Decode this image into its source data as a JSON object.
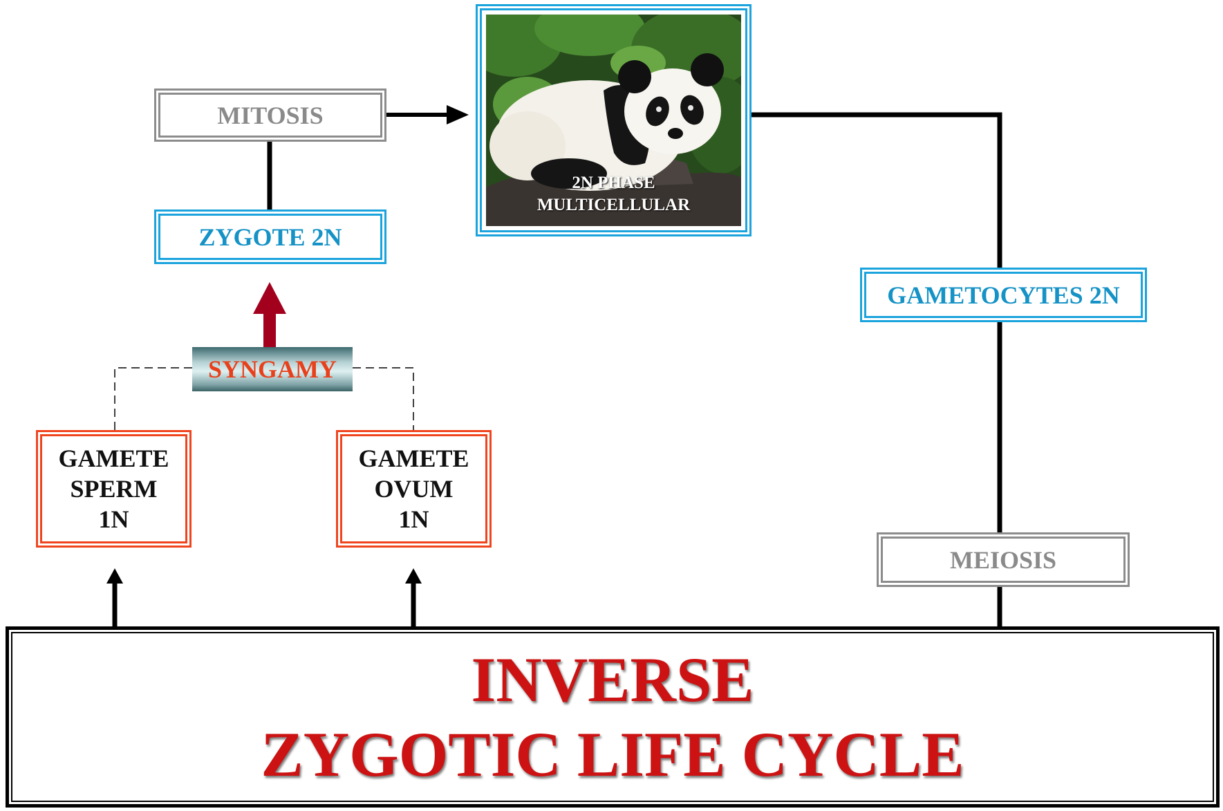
{
  "diagram": {
    "title_line1": "INVERSE",
    "title_line2": "ZYGOTIC LIFE CYCLE",
    "nodes": {
      "mitosis": "MITOSIS",
      "zygote": "ZYGOTE 2N",
      "syngamy": "SYNGAMY",
      "gamete_sperm": [
        "GAMETE",
        "SPERM",
        "1N"
      ],
      "gamete_ovum": [
        "GAMETE",
        "OVUM",
        "1N"
      ],
      "phase_label": [
        "2N PHASE",
        "MULTICELLULAR"
      ],
      "gametocytes": "GAMETOCYTES 2N",
      "meiosis": "MEIOSIS"
    },
    "colors": {
      "grey_frame": "#8c8c8c",
      "blue_frame": "#1aa3dc",
      "red_frame": "#f0441e",
      "title_red": "#cc1212",
      "syngamy_arrow": "#a3001e"
    }
  }
}
